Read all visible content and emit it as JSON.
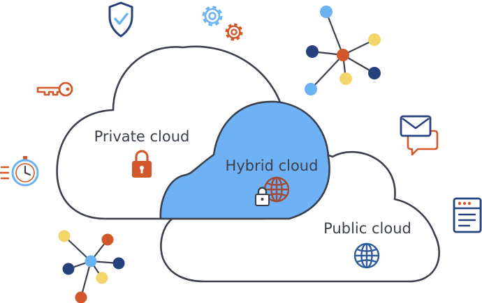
{
  "labels": {
    "private": "Private cloud",
    "hybrid": "Hybrid cloud",
    "public": "Public cloud"
  },
  "colors": {
    "outline": "#3b3f4c",
    "hybrid_fill": "#6fb1f5",
    "accent_orange": "#d2582b",
    "navy": "#26427d",
    "light_blue": "#6ab2f2",
    "yellow": "#f4d56a"
  },
  "icons": [
    "shield-check-icon",
    "gear-icon",
    "gear-small-icon",
    "key-icon",
    "stopwatch-icon",
    "padlock-icon",
    "globe-icon",
    "chat-bubbles-icon",
    "mail-icon",
    "browser-window-icon",
    "network-icon"
  ]
}
